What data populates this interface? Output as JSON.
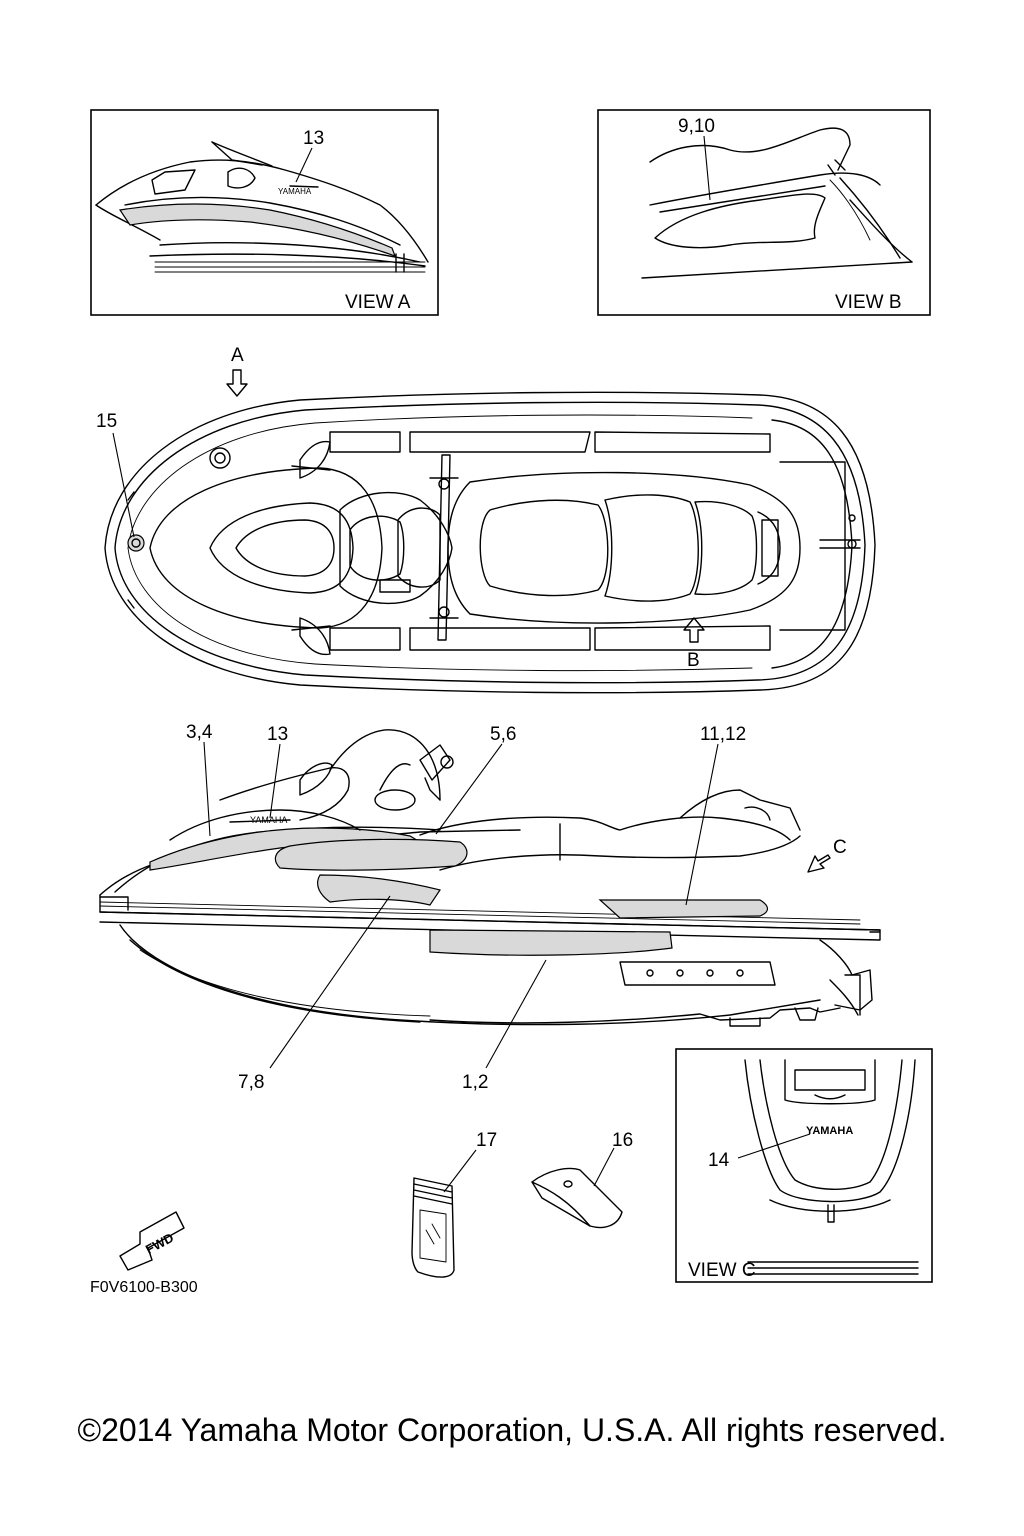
{
  "views": {
    "view_a": "VIEW A",
    "view_b": "VIEW B",
    "view_c": "VIEW C"
  },
  "arrows": {
    "a": "A",
    "b": "B",
    "c": "C",
    "fwd": "FWD"
  },
  "callouts": {
    "c13_view_a": "13",
    "c9_10": "9,10",
    "c15": "15",
    "c3_4": "3,4",
    "c13_side": "13",
    "c5_6": "5,6",
    "c11_12": "11,12",
    "c7_8": "7,8",
    "c1_2": "1,2",
    "c17": "17",
    "c16": "16",
    "c14": "14"
  },
  "logos": {
    "yamaha": "YAMAHA"
  },
  "diagram_code": "F0V6100-B300",
  "copyright": "©2014 Yamaha Motor Corporation, U.S.A. All rights reserved."
}
